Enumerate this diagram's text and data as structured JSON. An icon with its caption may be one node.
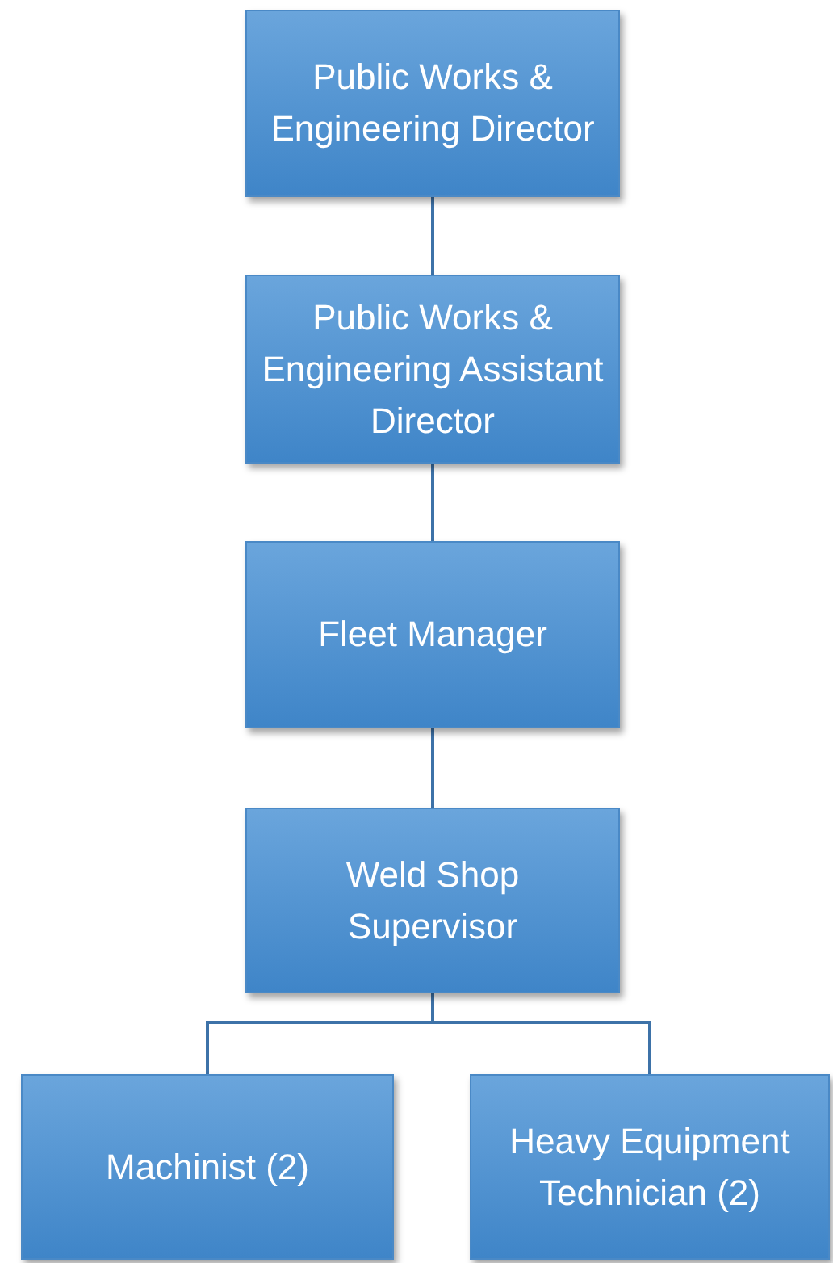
{
  "diagram": {
    "nodes": [
      {
        "text": [
          "Public Works & Engineering Director"
        ]
      },
      {
        "text": [
          "Public Works & Engineering Assistant Director"
        ]
      },
      {
        "text": [
          "Fleet Manager"
        ]
      },
      {
        "text": [
          "Weld Shop Supervisor"
        ]
      },
      {
        "text": [
          "Machinist (2)"
        ]
      },
      {
        "text": [
          "Heavy Equipment Technician (2)"
        ]
      }
    ],
    "edges": [
      {
        "from": 0,
        "to": 1,
        "arrow": "none"
      },
      {
        "from": 1,
        "to": 2,
        "arrow": "none"
      },
      {
        "from": 2,
        "to": 3,
        "arrow": "none"
      },
      {
        "from": 3,
        "to": 4,
        "arrow": "none"
      },
      {
        "from": 3,
        "to": 5,
        "arrow": "none"
      }
    ]
  }
}
